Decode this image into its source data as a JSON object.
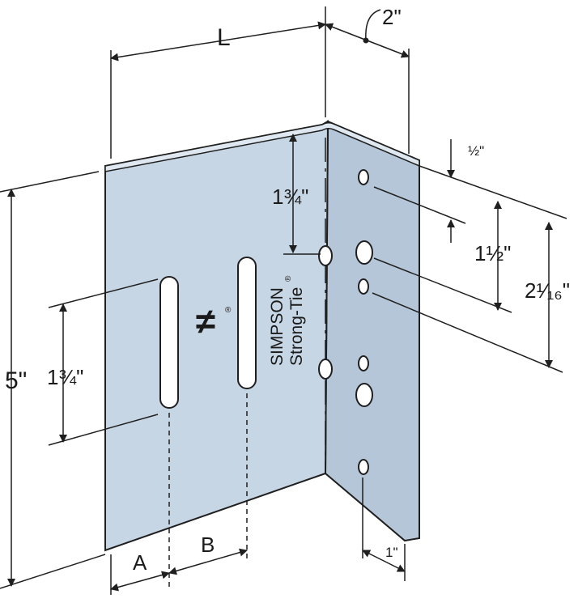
{
  "colors": {
    "plate": "#c7d6e4",
    "plate_dark": "#b4c6d7",
    "edge": "#1f1f1f",
    "dim": "#1f1f1f"
  },
  "dimensions": {
    "length": "L",
    "width_top": "2\"",
    "height": "5\"",
    "slot_length": "1¾\"",
    "top_to_hole": "1¾\"",
    "half": "½\"",
    "one_half": "1½\"",
    "two_one_sixteenth": "2¹⁄₁₆\"",
    "spacing_a": "A",
    "spacing_b": "B",
    "one_inch": "1\""
  },
  "brand": {
    "line1": "SIMPSON",
    "line2": "Strong-Tie",
    "registered": "®",
    "logo": "≠"
  },
  "icons": {
    "logo": "strong-tie-logo-icon"
  }
}
